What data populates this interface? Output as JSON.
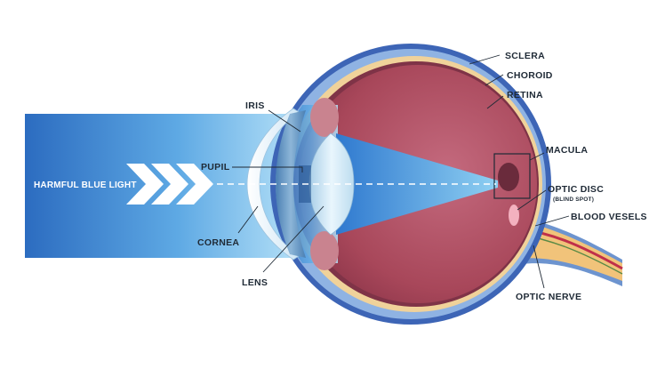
{
  "diagram": {
    "light_label": "HARMFUL BLUE LIGHT",
    "labels": {
      "sclera": "SCLERA",
      "choroid": "CHOROID",
      "retina": "RETINA",
      "iris": "IRIS",
      "pupil": "PUPIL",
      "cornea": "CORNEA",
      "lens": "LENS",
      "macula": "MACULA",
      "optic_disc": "OPTIC DISC",
      "blind_spot": "(BLIND SPOT)",
      "blood_vessels": "BLOOD VESELS",
      "optic_nerve": "OPTIC NERVE"
    },
    "colors": {
      "light_beam_start": "#2e6dbf",
      "light_beam_end": "#9ed6f5",
      "sclera": "#3a63b4",
      "choroid": "#f0d29a",
      "vitreous": "#a8475a",
      "retina_edge": "#7a2f44",
      "lens": "#d6ecfa",
      "nerve": "#f1c37a",
      "vessel": "#c0304a"
    },
    "icons": [
      "chevron-right-icon",
      "chevron-right-icon",
      "chevron-right-icon"
    ]
  }
}
